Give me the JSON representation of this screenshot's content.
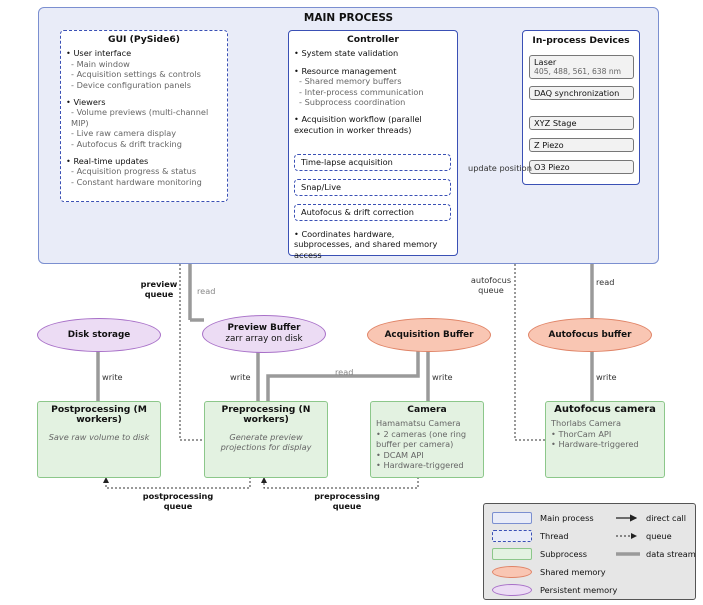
{
  "main_process": {
    "title": "MAIN PROCESS"
  },
  "gui": {
    "title": "GUI (PySide6)",
    "sections": [
      {
        "head": "User interface",
        "items": [
          "Main window",
          "Acquisition settings & controls",
          "Device configuration panels"
        ]
      },
      {
        "head": "Viewers",
        "items": [
          "Volume previews (multi-channel MIP)",
          "Live raw camera display",
          "Autofocus & drift tracking"
        ]
      },
      {
        "head": "Real-time updates",
        "items": [
          "Acquisition progress & status",
          "Constant hardware monitoring"
        ]
      }
    ]
  },
  "controller": {
    "title": "Controller",
    "validation": "System state validation",
    "resource_head": "Resource management",
    "resource_items": [
      "Shared memory buffers",
      "Inter-process communication",
      "Subprocess coordination"
    ],
    "workflow": "Acquisition workflow (parallel execution in worker threads)",
    "threads": [
      "Time-lapse acquisition",
      "Snap/Live",
      "Autofocus & drift correction"
    ],
    "coordinates": "Coordinates hardware, subprocesses, and shared memory access"
  },
  "devices": {
    "title": "In-process Devices",
    "items": [
      {
        "name": "Laser",
        "sub": "405, 488, 561, 638 nm"
      },
      {
        "name": "DAQ synchronization",
        "sub": ""
      },
      {
        "name": "XYZ Stage",
        "sub": ""
      },
      {
        "name": "Z Piezo",
        "sub": ""
      },
      {
        "name": "O3 Piezo",
        "sub": ""
      }
    ]
  },
  "memory": {
    "disk": "Disk storage",
    "preview": "Preview Buffer",
    "preview_sub": "zarr array on disk",
    "acq": "Acquisition Buffer",
    "af": "Autofocus buffer"
  },
  "subprocesses": {
    "post": {
      "title": "Postprocessing (M workers)",
      "desc": "Save raw volume to disk"
    },
    "pre": {
      "title": "Preprocessing (N workers)",
      "desc": "Generate preview projections for display"
    },
    "camera": {
      "title": "Camera",
      "model": "Hamamatsu Camera",
      "items": [
        "2 cameras (one ring buffer per camera)",
        "DCAM API",
        "Hardware-triggered"
      ]
    },
    "afcam": {
      "title": "Autofocus camera",
      "model": "Thorlabs Camera",
      "items": [
        "ThorCam API",
        "Hardware-triggered"
      ]
    }
  },
  "labels": {
    "update_position": "update position",
    "preview_queue": "preview queue",
    "read_preview": "read",
    "autofocus_queue": "autofocus queue",
    "read_af": "read",
    "write_disk": "write",
    "write_preview": "write",
    "read_acq": "read",
    "write_acq": "write",
    "write_af": "write",
    "postprocessing_queue": "postprocessing queue",
    "preprocessing_queue": "preprocessing queue"
  },
  "legend": {
    "main_process": "Main process",
    "thread": "Thread",
    "subprocess": "Subprocess",
    "shared_memory": "Shared memory",
    "persistent_memory": "Persistent memory",
    "direct_call": "direct call",
    "queue": "queue",
    "data_stream": "data stream"
  },
  "colors": {
    "main_fill": "#e9ecf8",
    "main_border": "#7b8fd0",
    "component_border": "#3a50b5",
    "subprocess_fill": "#e3f2e1",
    "shared_fill": "#f9c6b3",
    "persistent_fill": "#ecdcf4",
    "stream": "#9a9a9a"
  }
}
